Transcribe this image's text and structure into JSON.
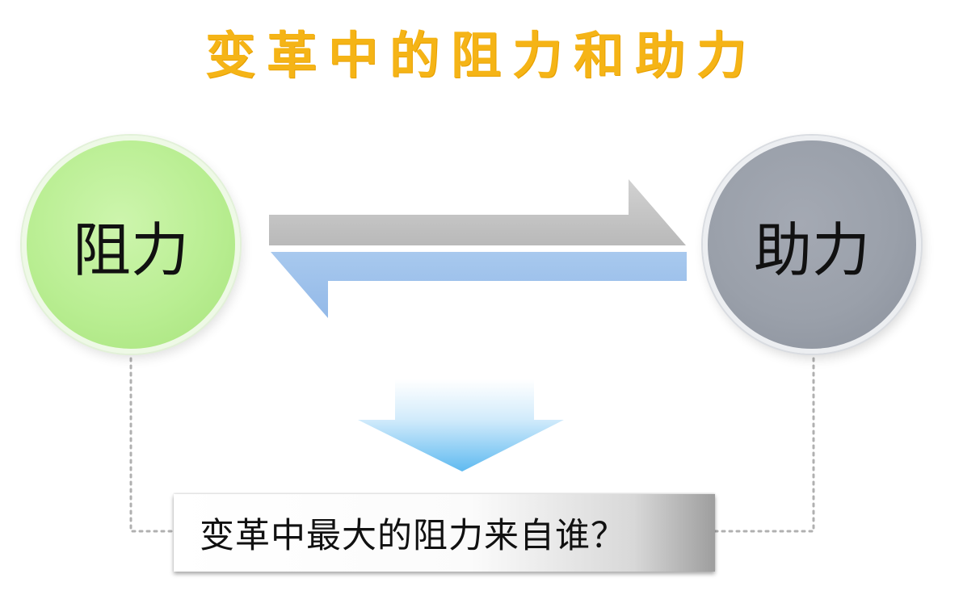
{
  "title": "变革中的阻力和助力",
  "left_circle": {
    "label": "阻力",
    "color": "#b9ee92"
  },
  "right_circle": {
    "label": "助力",
    "color": "#9aa0aa"
  },
  "question": "变革中最大的阻力来自谁？",
  "colors": {
    "title": "#f5b416",
    "arrow_right": "#c4c4c4",
    "arrow_left": "#9fc3ec",
    "arrow_down": "#74c6f2"
  }
}
